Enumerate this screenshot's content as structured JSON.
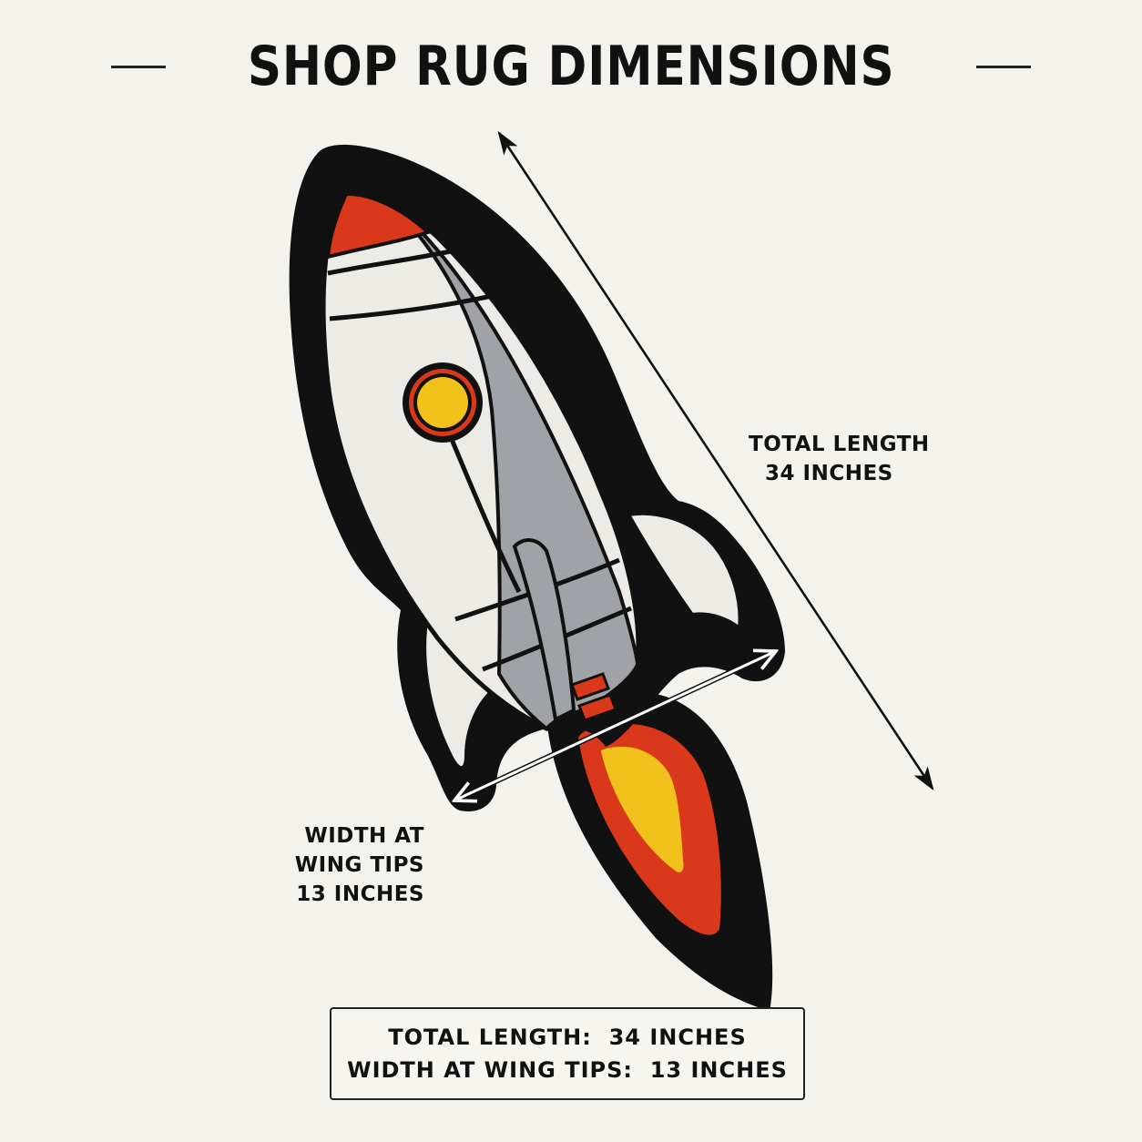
{
  "title": "SHOP RUG DIMENSIONS",
  "callouts": {
    "length": {
      "line1": "TOTAL LENGTH",
      "line2": "34 INCHES"
    },
    "width": {
      "line1": "WIDTH AT",
      "line2": "WING TIPS",
      "line3": "13 INCHES"
    }
  },
  "summary": {
    "length_label": "TOTAL LENGTH:",
    "length_value": "34 INCHES",
    "width_label": "WIDTH AT WING TIPS:",
    "width_value": "13 INCHES"
  },
  "colors": {
    "background": "#f4f2ec",
    "outline": "#111111",
    "body_light": "#ecebe6",
    "body_shade": "#9fa2a6",
    "accent_red": "#d9391a",
    "accent_yellow": "#f1c21c"
  },
  "icons": [
    "rocket-rug-illustration",
    "double-arrow"
  ]
}
